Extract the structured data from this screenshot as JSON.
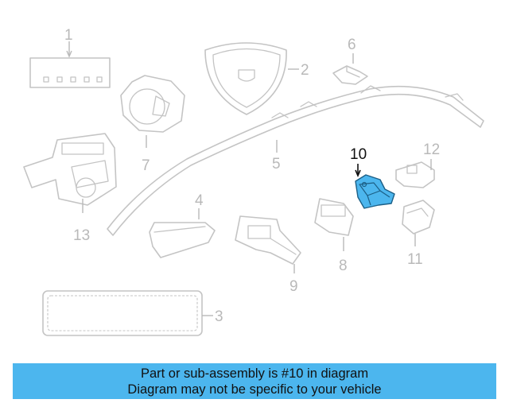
{
  "diagram": {
    "callouts": [
      {
        "id": "1",
        "label": "1"
      },
      {
        "id": "2",
        "label": "2"
      },
      {
        "id": "3",
        "label": "3"
      },
      {
        "id": "4",
        "label": "4"
      },
      {
        "id": "5",
        "label": "5"
      },
      {
        "id": "6",
        "label": "6"
      },
      {
        "id": "7",
        "label": "7"
      },
      {
        "id": "8",
        "label": "8"
      },
      {
        "id": "9",
        "label": "9"
      },
      {
        "id": "10",
        "label": "10"
      },
      {
        "id": "11",
        "label": "11"
      },
      {
        "id": "12",
        "label": "12"
      },
      {
        "id": "13",
        "label": "13"
      }
    ],
    "highlighted_part": "10",
    "colors": {
      "highlight_fill": "#4cb6ee",
      "highlight_stroke": "#1c5f86",
      "line_gray": "#c4c4c4",
      "banner_bg": "#4cb6ee"
    }
  },
  "banner": {
    "line1": "Part or sub-assembly is #10 in diagram",
    "line2": "Diagram may not be specific to your vehicle"
  }
}
